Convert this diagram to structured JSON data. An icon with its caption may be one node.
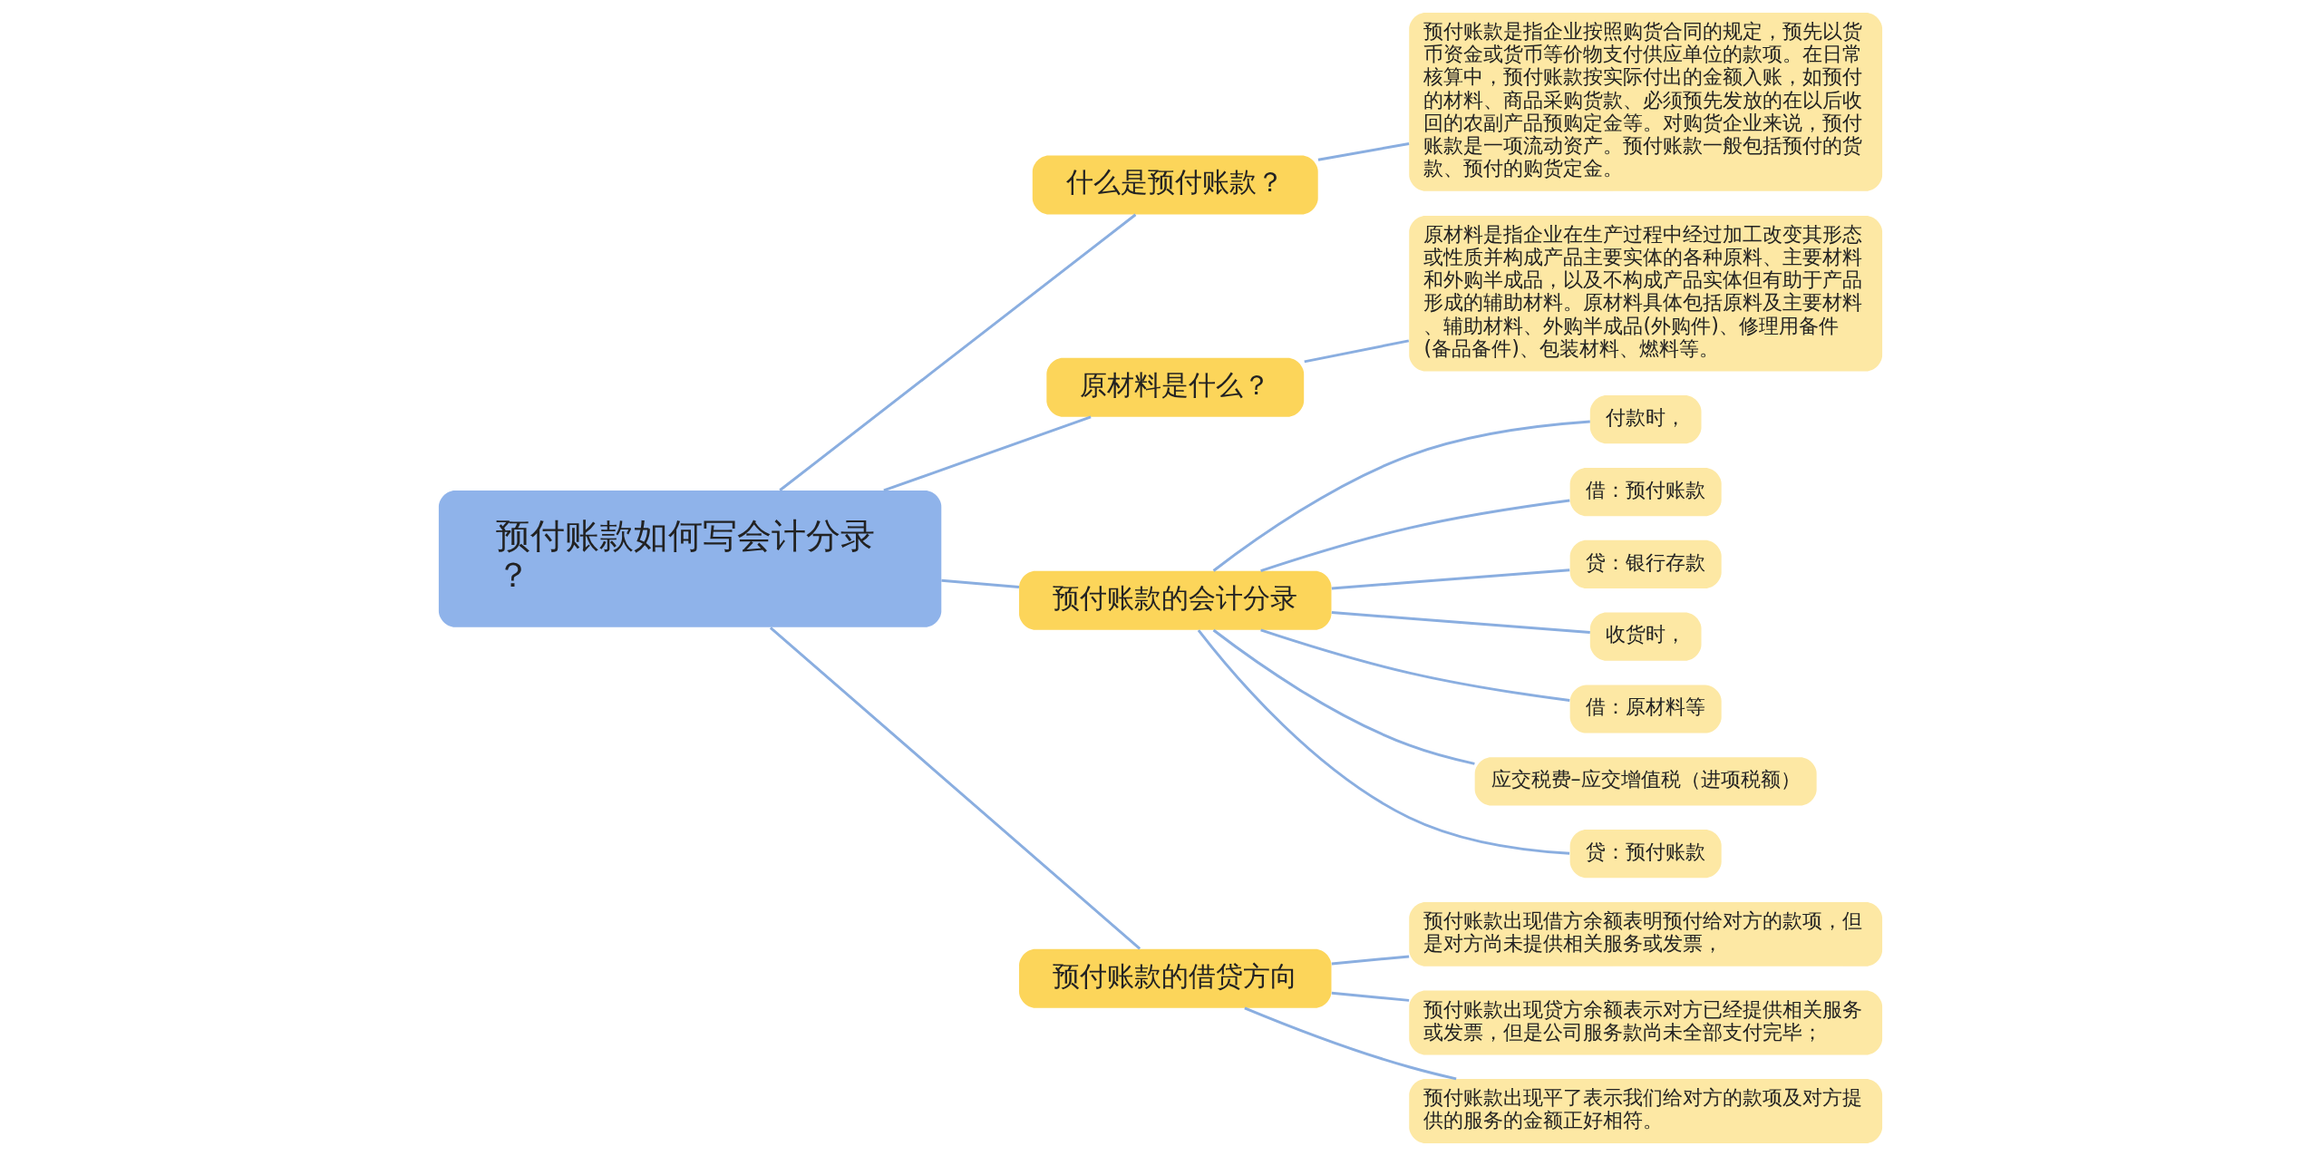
{
  "diagram": {
    "nodes": [
      {
        "text": [
          "预付账款如何写会计分录？"
        ]
      },
      {
        "text": [
          "什么是预付账款？"
        ]
      },
      {
        "text": [
          "预付账款是指企业按照购货合同的规定，预先以货币资金或货币等价物支付供应单位的款项。在日常核算中，预付账款按实际付出的金额入账，如预付的材料、商品采购货款、必须预先发放的在以后收回的农副产品预购定金等。对购货企业来说，预付账款是一项流动资产。预付账款一般包括预付的货款、预付的购货定金。"
        ]
      },
      {
        "text": [
          "原材料是什么？"
        ]
      },
      {
        "text": [
          "原材料是指企业在生产过程中经过加工改变其形态或性质并构成产品主要实体的各种原料、主要材料和外购半成品，以及不构成产品实体但有助于产品形成的辅助材料。原材料具体包括原料及主要材料、辅助材料、外购半成品(外购件)、修理用备件(备品备件)、包装材料、燃料等。"
        ]
      },
      {
        "text": [
          "预付账款的会计分录"
        ]
      },
      {
        "text": [
          "付款时，"
        ]
      },
      {
        "text": [
          "借：预付账款"
        ]
      },
      {
        "text": [
          "贷：银行存款"
        ]
      },
      {
        "text": [
          "收货时，"
        ]
      },
      {
        "text": [
          "借：原材料等"
        ]
      },
      {
        "text": [
          "应交税费–应交增值税（进项税额）"
        ]
      },
      {
        "text": [
          "贷：预付账款"
        ]
      },
      {
        "text": [
          "预付账款的借贷方向"
        ]
      },
      {
        "text": [
          "预付账款出现借方余额表明预付给对方的款项，但是对方尚未提供相关服务或发票，"
        ]
      },
      {
        "text": [
          "预付账款出现贷方余额表示对方已经提供相关服务或发票，但是公司服务款尚未全部支付完毕；"
        ]
      },
      {
        "text": [
          "预付账款出现平了表示我们给对方的款项及对方提供的服务的金额正好相符。"
        ]
      }
    ],
    "edges": [
      {
        "from": 0,
        "to": 1,
        "arrow": "none"
      },
      {
        "from": 1,
        "to": 2,
        "arrow": "none"
      },
      {
        "from": 0,
        "to": 3,
        "arrow": "none"
      },
      {
        "from": 3,
        "to": 4,
        "arrow": "none"
      },
      {
        "from": 0,
        "to": 5,
        "arrow": "none"
      },
      {
        "from": 5,
        "to": 6,
        "arrow": "none"
      },
      {
        "from": 5,
        "to": 7,
        "arrow": "none"
      },
      {
        "from": 5,
        "to": 8,
        "arrow": "none"
      },
      {
        "from": 5,
        "to": 9,
        "arrow": "none"
      },
      {
        "from": 5,
        "to": 10,
        "arrow": "none"
      },
      {
        "from": 5,
        "to": 11,
        "arrow": "none"
      },
      {
        "from": 5,
        "to": 12,
        "arrow": "none"
      },
      {
        "from": 0,
        "to": 13,
        "arrow": "none"
      },
      {
        "from": 13,
        "to": 14,
        "arrow": "none"
      },
      {
        "from": 13,
        "to": 15,
        "arrow": "none"
      },
      {
        "from": 13,
        "to": 16,
        "arrow": "none"
      }
    ]
  }
}
